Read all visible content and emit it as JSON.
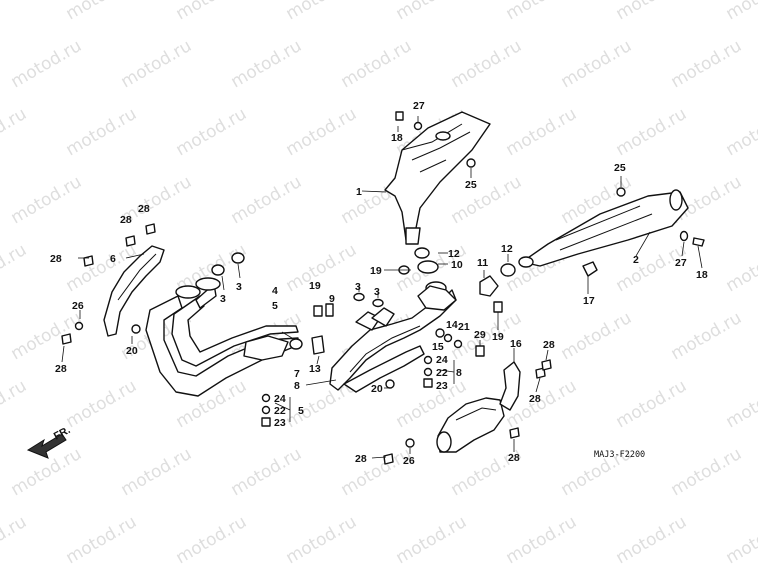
{
  "watermark": "motod.ru",
  "diagram_code": "MAJ3-F2200",
  "front_arrow_label": "FR.",
  "labels": {
    "l1": "1",
    "l2": "2",
    "l3a": "3",
    "l3b": "3",
    "l3c": "3",
    "l3d": "3",
    "l4": "4",
    "l5a": "5",
    "l5b": "5",
    "l6": "6",
    "l7": "7",
    "l8a": "8",
    "l8b": "8",
    "l9": "9",
    "l10": "10",
    "l11": "11",
    "l12a": "12",
    "l12b": "12",
    "l13": "13",
    "l14": "14",
    "l15": "15",
    "l16": "16",
    "l17": "17",
    "l18a": "18",
    "l18b": "18",
    "l19a": "19",
    "l19b": "19",
    "l19c": "19",
    "l20a": "20",
    "l20b": "20",
    "l21": "21",
    "l22a": "22",
    "l22b": "22",
    "l23a": "23",
    "l23b": "23",
    "l24a": "24",
    "l24b": "24",
    "l25a": "25",
    "l25b": "25",
    "l26a": "26",
    "l26b": "26",
    "l27a": "27",
    "l27b": "27",
    "l28a": "28",
    "l28b": "28",
    "l28c": "28",
    "l28d": "28",
    "l28e": "28",
    "l28f": "28",
    "l28g": "28",
    "l28h": "28",
    "l29": "29"
  }
}
